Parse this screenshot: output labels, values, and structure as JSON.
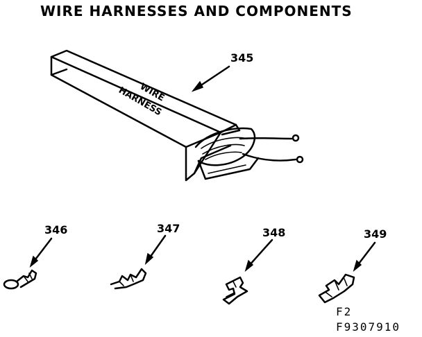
{
  "title": "WIRE HARNESSES AND COMPONENTS",
  "box_label": {
    "line1": "WIRE",
    "line2": "HARNESS"
  },
  "callouts": {
    "harness": "345",
    "terminal_1": "346",
    "terminal_2": "347",
    "terminal_3": "348",
    "terminal_4": "349"
  },
  "figure_code": {
    "line1": "F2",
    "line2": "F9307910"
  }
}
